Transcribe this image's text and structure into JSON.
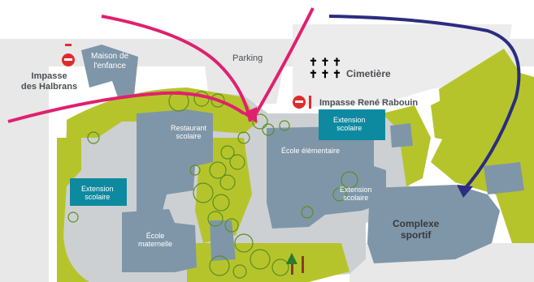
{
  "labels": {
    "impasse_halbrans": "Impasse\ndes Halbrans",
    "maison_enfance": "Maison de\nl'enfance",
    "parking": "Parking",
    "cimetiere": "Cimetière",
    "cimetiere_crosses": "✝ ✝ ✝\n✝ ✝ ✝",
    "impasse_rene_rabouin": "Impasse René Rabouin",
    "restaurant_scolaire": "Restaurant\nscolaire",
    "extension_scolaire_top": "Extension\nscolaire",
    "extension_scolaire_left": "Extension\nscolaire",
    "extension_scolaire_right": "Extension\nscolaire",
    "ecole_elementaire": "École élémentaire",
    "ecole_maternelle": "École\nmaternelle",
    "complexe_sportif": "Complexe\nsportif"
  },
  "colors": {
    "road": "#e8e8e8",
    "ground": "#cdd0d2",
    "green": "#b6c42c",
    "building": "#7f96a8",
    "extension": "#0e8aa0",
    "magenta_route": "#e0206e",
    "blue_route": "#2a2d80",
    "no_entry": "#e02b2b"
  },
  "icons": [
    "no-entry-icon",
    "no-entry-icon",
    "tree-icon",
    "cross-icon"
  ]
}
